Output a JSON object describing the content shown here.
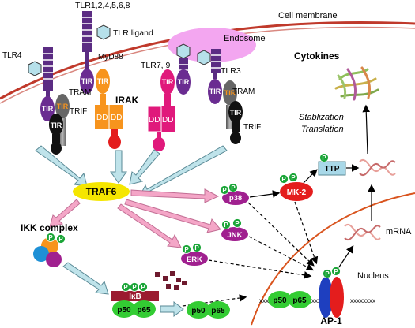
{
  "labels": {
    "cell_membrane": "Cell membrane",
    "endosome": "Endosome",
    "tlr_surface": "TLR1,2,4,5,6,8",
    "tlr_ligand": "TLR ligand",
    "myd88": "MyD88",
    "tlr4": "TLR4",
    "tlr79": "TLR7, 9",
    "tlr3": "TLR3",
    "tram": "TRAM",
    "trif": "TRIF",
    "tram2": "TRAM",
    "trif2": "TRIF",
    "irak": "IRAK",
    "tir": "TIR",
    "dd": "DD",
    "cytokines": "Cytokines",
    "stabilization": "Stablization",
    "translation": "Translation",
    "ttp": "TTP",
    "traf6": "TRAF6",
    "p38": "p38",
    "mk2": "MK-2",
    "ikk_complex": "IKK complex",
    "jnk": "JNK",
    "erk": "ERK",
    "mrna": "mRNA",
    "nucleus": "Nucleus",
    "ikb": "IκB",
    "p50": "p50",
    "p65": "p65",
    "ap1": "AP-1",
    "phospho": "P",
    "dna_left": "xxx",
    "dna_mid": "xxxx",
    "dna_right": "xxxxxxxx"
  },
  "colors": {
    "membrane": "#c0392b",
    "tlr_purple": "#5b2c83",
    "tlr_stripe": "#3a1d5c",
    "orange": "#f7941d",
    "pink": "#e0197b",
    "traf6": "#f5e600",
    "p_green": "#1aa537",
    "mapk_purple": "#a0208f",
    "arrow_blue": "#bfe3ea",
    "arrow_pink": "#f4a6c7",
    "ttp": "#a8d8e8",
    "ikb": "#9b1b30",
    "nfkb_green": "#33cc33",
    "endosome": "#f3a6f0",
    "ligand": "#b6e0ea"
  }
}
